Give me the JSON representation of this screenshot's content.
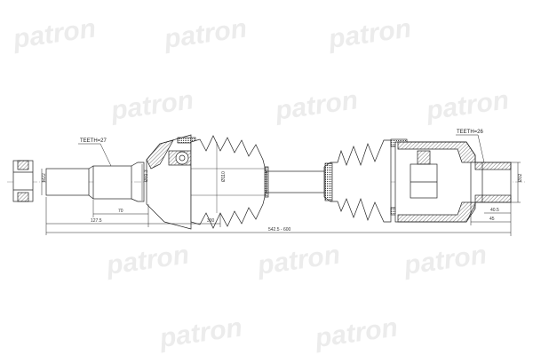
{
  "watermark": {
    "text": "patron",
    "color": "#ececec"
  },
  "labels": {
    "teeth_left": "TEETH=27",
    "teeth_right": "TEETH=26",
    "dia_stub_left": "M22",
    "dia_shaft_left": "Ø31.3",
    "dia_boot_left": "Ø110",
    "dia_stub_right": "Ø32"
  },
  "dimensions": {
    "spline_length": "70",
    "outer_joint_length": "127.5",
    "shaft_length": "330",
    "total_length": "542.5 - 600",
    "inner_spline": "40.5",
    "inner_stub": "45"
  },
  "colors": {
    "line": "#222222",
    "hatch": "#555555",
    "centerline": "#888888"
  }
}
